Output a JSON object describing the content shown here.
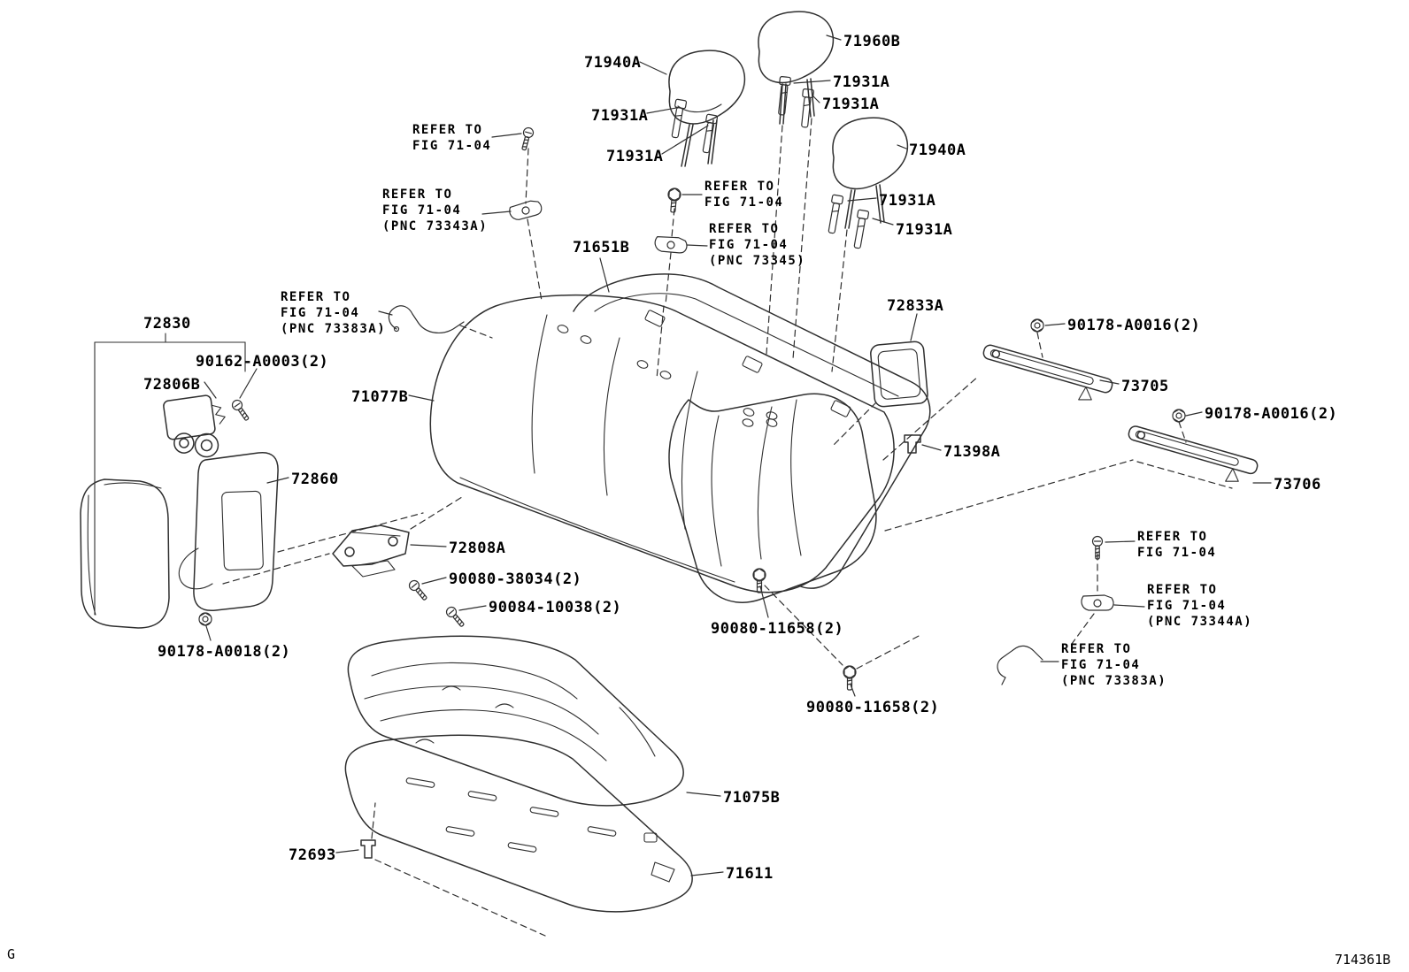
{
  "colors": {
    "background": "#ffffff",
    "line": "#2f2f2f",
    "text": "#000000"
  },
  "footer": {
    "left": "G",
    "right": "714361B"
  },
  "labels": [
    {
      "text": "71940A"
    },
    {
      "text": "71960B"
    },
    {
      "text": "71931A"
    },
    {
      "text": "71931A"
    },
    {
      "text": "71931A"
    },
    {
      "text": "71931A"
    },
    {
      "text": "REFER TO\nFIG 71-04"
    },
    {
      "text": "REFER TO\nFIG 71-04\n(PNC 73343A)"
    },
    {
      "text": "71651B"
    },
    {
      "text": "REFER TO\nFIG 71-04"
    },
    {
      "text": "REFER TO\nFIG 71-04\n(PNC 73345)"
    },
    {
      "text": "71940A"
    },
    {
      "text": "71931A"
    },
    {
      "text": "71931A"
    },
    {
      "text": "REFER TO\nFIG 71-04\n(PNC 73383A)"
    },
    {
      "text": "72830"
    },
    {
      "text": "90162-A0003(2)"
    },
    {
      "text": "72806B"
    },
    {
      "text": "71077B"
    },
    {
      "text": "72833A"
    },
    {
      "text": "90178-A0016(2)"
    },
    {
      "text": "73705"
    },
    {
      "text": "90178-A0016(2)"
    },
    {
      "text": "71398A"
    },
    {
      "text": "73706"
    },
    {
      "text": "72860"
    },
    {
      "text": "72808A"
    },
    {
      "text": "90080-38034(2)"
    },
    {
      "text": "90084-10038(2)"
    },
    {
      "text": "REFER TO\nFIG 71-04"
    },
    {
      "text": "REFER TO\nFIG 71-04\n(PNC 73344A)"
    },
    {
      "text": "90080-11658(2)"
    },
    {
      "text": "90178-A0018(2)"
    },
    {
      "text": "REFER TO\nFIG 71-04\n(PNC 73383A)"
    },
    {
      "text": "90080-11658(2)"
    },
    {
      "text": "71075B"
    },
    {
      "text": "72693"
    },
    {
      "text": "71611"
    }
  ]
}
